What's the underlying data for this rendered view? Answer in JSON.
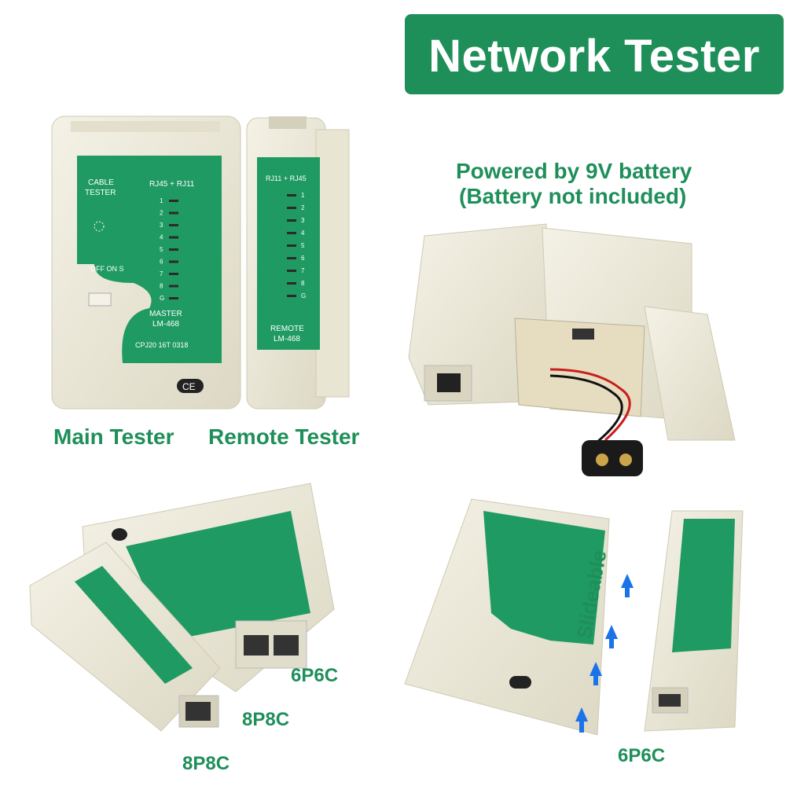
{
  "banner": {
    "title": "Network Tester"
  },
  "battery_note": {
    "line1": "Powered by 9V battery",
    "line2": "(Battery not included)"
  },
  "captions": {
    "main_tester": "Main Tester",
    "remote_tester": "Remote Tester",
    "port_6p6c_left": "6P6C",
    "port_8p8c_mid": "8P8C",
    "port_8p8c_bottom": "8P8C",
    "slideable": "Slideable",
    "port_6p6c_right": "6P6C"
  },
  "device_text": {
    "main_label_1": "CABLE",
    "main_label_2": "TESTER",
    "main_jack": "RJ45 + RJ11",
    "main_switch": "OFF ON S",
    "main_model_1": "MASTER",
    "main_model_2": "LM-468",
    "main_serial": "CPJ20 16T 0318",
    "remote_jack": "RJ11 + RJ45",
    "remote_model_1": "REMOTE",
    "remote_model_2": "LM-468",
    "ce_mark": "CE",
    "leds": [
      "1",
      "2",
      "3",
      "4",
      "5",
      "6",
      "7",
      "8",
      "G"
    ]
  },
  "colors": {
    "brand_green": "#1f8f5a",
    "panel_green": "#1f9a62",
    "body_cream": "#ece9d8",
    "arrow_blue": "#1a73e8"
  }
}
